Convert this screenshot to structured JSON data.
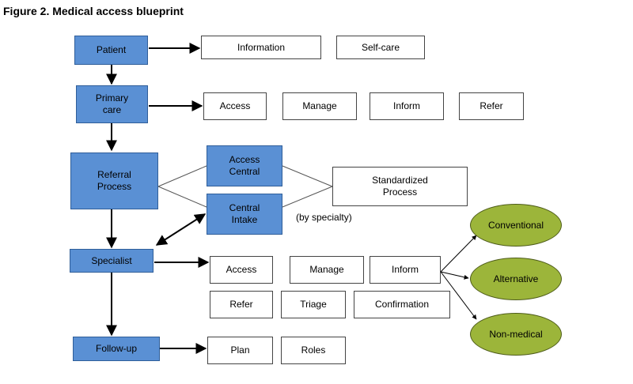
{
  "title": "Figure 2. Medical access blueprint",
  "nodes": {
    "patient": "Patient",
    "primary_care": "Primary\ncare",
    "referral_process": "Referral\nProcess",
    "access_central": "Access\nCentral",
    "central_intake": "Central\nIntake",
    "specialist": "Specialist",
    "follow_up": "Follow-up",
    "information": "Information",
    "self_care": "Self-care",
    "pc_access": "Access",
    "pc_manage": "Manage",
    "pc_inform": "Inform",
    "pc_refer": "Refer",
    "standardized_process": "Standardized\nProcess",
    "sp_access": "Access",
    "sp_manage": "Manage",
    "sp_inform": "Inform",
    "sp_refer": "Refer",
    "sp_triage": "Triage",
    "sp_confirmation": "Confirmation",
    "fu_plan": "Plan",
    "fu_roles": "Roles",
    "conventional": "Conventional",
    "alternative": "Alternative",
    "non_medical": "Non-medical"
  },
  "note": "(by specialty)",
  "colors": {
    "process_box": "#5a90d4",
    "option_oval": "#9cb53a",
    "outline": "#444444"
  }
}
